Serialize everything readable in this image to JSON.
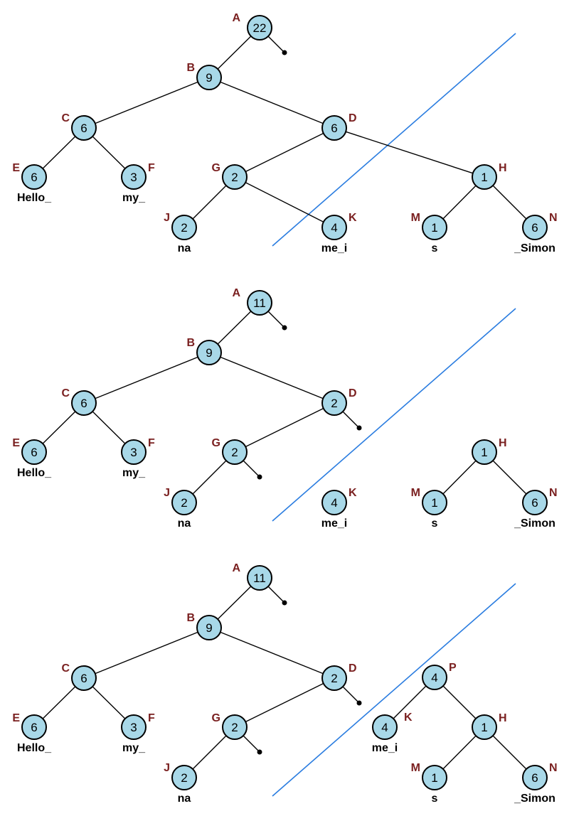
{
  "diagrams": [
    {
      "nodes": [
        {
          "id": "A",
          "value": "22"
        },
        {
          "id": "B",
          "value": "9"
        },
        {
          "id": "C",
          "value": "6"
        },
        {
          "id": "D",
          "value": "6"
        },
        {
          "id": "E",
          "value": "6",
          "text": "Hello_"
        },
        {
          "id": "F",
          "value": "3",
          "text": "my_"
        },
        {
          "id": "G",
          "value": "2"
        },
        {
          "id": "H",
          "value": "1"
        },
        {
          "id": "J",
          "value": "2",
          "text": "na"
        },
        {
          "id": "K",
          "value": "4",
          "text": "me_i"
        },
        {
          "id": "M",
          "value": "1",
          "text": "s"
        },
        {
          "id": "N",
          "value": "6",
          "text": "_Simon"
        }
      ],
      "edges": [
        [
          "A",
          "B"
        ],
        [
          "B",
          "C"
        ],
        [
          "B",
          "D"
        ],
        [
          "C",
          "E"
        ],
        [
          "C",
          "F"
        ],
        [
          "D",
          "G"
        ],
        [
          "D",
          "H"
        ],
        [
          "G",
          "J"
        ],
        [
          "G",
          "K"
        ],
        [
          "H",
          "M"
        ],
        [
          "H",
          "N"
        ]
      ],
      "null_children": [
        "A"
      ]
    },
    {
      "nodes": [
        {
          "id": "A",
          "value": "11"
        },
        {
          "id": "B",
          "value": "9"
        },
        {
          "id": "C",
          "value": "6"
        },
        {
          "id": "D",
          "value": "2"
        },
        {
          "id": "E",
          "value": "6",
          "text": "Hello_"
        },
        {
          "id": "F",
          "value": "3",
          "text": "my_"
        },
        {
          "id": "G",
          "value": "2"
        },
        {
          "id": "H",
          "value": "1"
        },
        {
          "id": "J",
          "value": "2",
          "text": "na"
        },
        {
          "id": "K",
          "value": "4",
          "text": "me_i"
        },
        {
          "id": "M",
          "value": "1",
          "text": "s"
        },
        {
          "id": "N",
          "value": "6",
          "text": "_Simon"
        }
      ],
      "edges": [
        [
          "A",
          "B"
        ],
        [
          "B",
          "C"
        ],
        [
          "B",
          "D"
        ],
        [
          "C",
          "E"
        ],
        [
          "C",
          "F"
        ],
        [
          "D",
          "G"
        ],
        [
          "G",
          "J"
        ],
        [
          "H",
          "M"
        ],
        [
          "H",
          "N"
        ]
      ],
      "null_children": [
        "A",
        "D",
        "G"
      ]
    },
    {
      "nodes": [
        {
          "id": "A",
          "value": "11"
        },
        {
          "id": "B",
          "value": "9"
        },
        {
          "id": "C",
          "value": "6"
        },
        {
          "id": "D",
          "value": "2"
        },
        {
          "id": "E",
          "value": "6",
          "text": "Hello_"
        },
        {
          "id": "F",
          "value": "3",
          "text": "my_"
        },
        {
          "id": "G",
          "value": "2"
        },
        {
          "id": "J",
          "value": "2",
          "text": "na"
        },
        {
          "id": "P",
          "value": "4"
        },
        {
          "id": "K",
          "value": "4",
          "text": "me_i"
        },
        {
          "id": "H",
          "value": "1"
        },
        {
          "id": "M",
          "value": "1",
          "text": "s"
        },
        {
          "id": "N",
          "value": "6",
          "text": "_Simon"
        }
      ],
      "edges": [
        [
          "A",
          "B"
        ],
        [
          "B",
          "C"
        ],
        [
          "B",
          "D"
        ],
        [
          "C",
          "E"
        ],
        [
          "C",
          "F"
        ],
        [
          "D",
          "G"
        ],
        [
          "G",
          "J"
        ],
        [
          "P",
          "K"
        ],
        [
          "P",
          "H"
        ],
        [
          "H",
          "M"
        ],
        [
          "H",
          "N"
        ]
      ],
      "null_children": [
        "A",
        "D",
        "G"
      ]
    }
  ],
  "colors": {
    "node_fill": "#a8d8e8",
    "node_id_label": "#7a2020",
    "cut_line": "#2b7de0",
    "edge": "#000000"
  }
}
